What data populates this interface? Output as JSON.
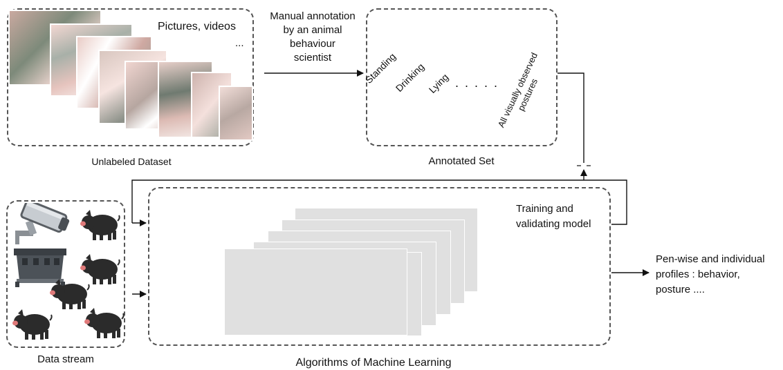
{
  "unlabeled": {
    "media_label": "Pictures, videos",
    "ellipsis": "...",
    "caption": "Unlabeled Dataset"
  },
  "annotation": {
    "lines": [
      "Manual annotation",
      "by an animal",
      "behaviour",
      "scientist"
    ]
  },
  "annotated": {
    "caption": "Annotated Set",
    "postures": [
      "Standing",
      "Drinking",
      "Lying"
    ],
    "dots": ". . . . .",
    "last_posture_lines": [
      "All visually observed",
      "postures"
    ]
  },
  "datastream": {
    "caption": "Data stream"
  },
  "ml": {
    "caption": "Algorithms of Machine Learning",
    "training_lines": [
      "Training and",
      "validating model"
    ]
  },
  "output": {
    "lines": [
      "Pen-wise and individual",
      "profiles : behavior,",
      "posture ...."
    ]
  },
  "icons": {
    "camera": "security-camera-icon",
    "feeder": "feeder-trough-icon",
    "pig": "pig-icon"
  },
  "colors": {
    "dash": "#555555",
    "card": "#e0e0e0",
    "pig_body": "#2b2b2b",
    "pig_snout": "#e07a7a"
  }
}
